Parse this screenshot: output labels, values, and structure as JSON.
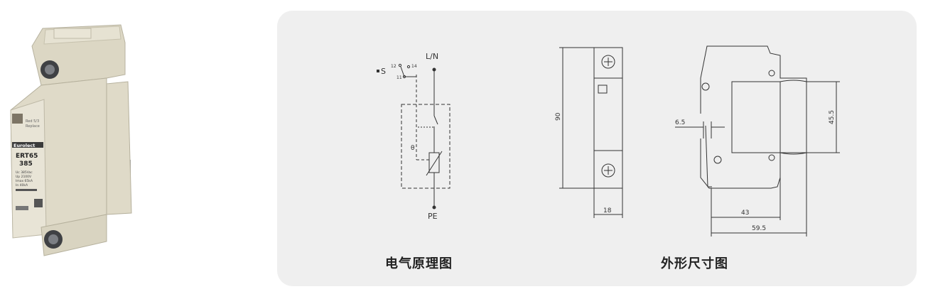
{
  "product": {
    "brand": "Eurolect",
    "model": "ERT65",
    "voltage": "385",
    "spec_lines": [
      "Uc 385Vac",
      "Up 2100V",
      "Imax 65kA",
      "In 40kA"
    ]
  },
  "schematic": {
    "caption": "电气原理图",
    "label_line": "L/N",
    "label_pe": "PE",
    "label_switch": "S",
    "terminal_12": "12",
    "terminal_14": "14",
    "terminal_11": "11",
    "label_theta": "θ"
  },
  "dimensions": {
    "caption": "外形尺寸图",
    "height": "90",
    "width": "18",
    "slot": "6.5",
    "inner_height": "45.5",
    "depth_inner": "43",
    "depth_total": "59.5"
  }
}
